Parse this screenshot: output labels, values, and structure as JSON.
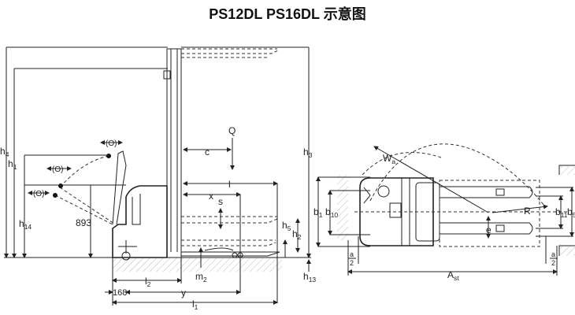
{
  "title": "PS12DL PS16DL 示意图",
  "side_view": {
    "h4": {
      "main": "h",
      "sub": "4"
    },
    "h1": {
      "main": "h",
      "sub": "1"
    },
    "h14": {
      "main": "h",
      "sub": "14"
    },
    "tiller_height": "893",
    "o_top": "(O)",
    "o_mid": "(O)",
    "o_low": "(O)",
    "Q": "Q",
    "c": "c",
    "l": "l",
    "x": "x",
    "s": "s",
    "h3": {
      "main": "h",
      "sub": "3"
    },
    "h5": {
      "main": "h",
      "sub": "5"
    },
    "h2": {
      "main": "h",
      "sub": "2"
    },
    "h13": {
      "main": "h",
      "sub": "13"
    },
    "m2": {
      "main": "m",
      "sub": "2"
    },
    "l2": {
      "main": "l",
      "sub": "2"
    },
    "offset": "168",
    "y": "y",
    "l1": {
      "main": "l",
      "sub": "1"
    }
  },
  "top_view": {
    "Wa": {
      "main": "W",
      "sub": "a"
    },
    "b1": {
      "main": "b",
      "sub": "1"
    },
    "b10": {
      "main": "b",
      "sub": "10"
    },
    "b11": {
      "main": "b",
      "sub": "11"
    },
    "b5": {
      "main": "b",
      "sub": "5"
    },
    "R": "R",
    "e": "e",
    "a_left": {
      "num": "a",
      "den": "2"
    },
    "a_right": {
      "num": "a",
      "den": "2"
    },
    "Ast": {
      "main": "A",
      "sub": "st"
    }
  }
}
